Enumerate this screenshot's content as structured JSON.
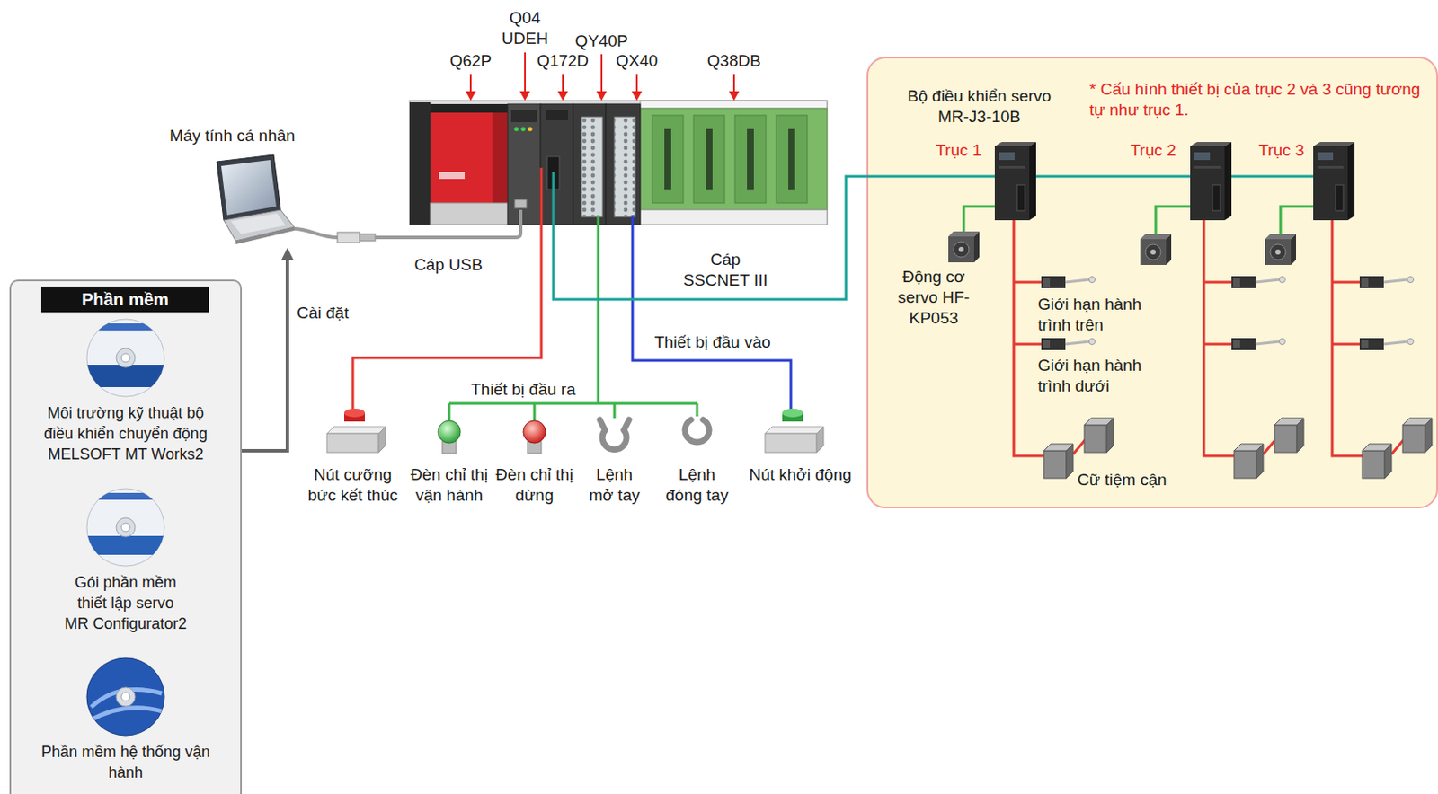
{
  "diagram": {
    "nodes": [
      {
        "text": [
          "Máy tính cá nhân"
        ]
      },
      {
        "text": [
          "Phần mềm"
        ]
      },
      {
        "text": [
          "Môi trường kỹ thuật bộ điều khiển chuyển động MELSOFT MT Works2"
        ],
        "in": 1
      },
      {
        "text": [
          "Gói phần mềm thiết lập servo MR Configurator2"
        ],
        "in": 1
      },
      {
        "text": [
          "Phần mềm hệ thống vận hành"
        ],
        "in": 1
      },
      {
        "text": [
          "* Cấu hình thiết bị của trục 2 và 3 cũng tương tự như trục 1."
        ]
      }
    ],
    "edges": [
      {
        "from": 1,
        "to": 0,
        "arrow": "to",
        "label": "Cài đặt"
      }
    ],
    "labels": [
      "Q62P",
      "Q04 UDEH",
      "Q172D",
      "QY40P",
      "QX40",
      "Q38DB",
      "Cáp USB",
      "Cáp SSCNET III",
      "Thiết bị đầu vào",
      "Thiết bị đầu ra",
      "Nút cưỡng bức kết thúc",
      "Đèn chỉ thị vận hành",
      "Đèn chỉ thị dừng",
      "Lệnh mở tay",
      "Lệnh đóng tay",
      "Nút khởi động",
      "Bộ điều khiển servo MR-J3-10B",
      "Trục 1",
      "Trục 2",
      "Trục 3",
      "Động cơ servo HF-KP053",
      "Giới hạn hành trình trên",
      "Giới hạn hành trình dưới",
      "Cữ tiệm cận"
    ]
  }
}
